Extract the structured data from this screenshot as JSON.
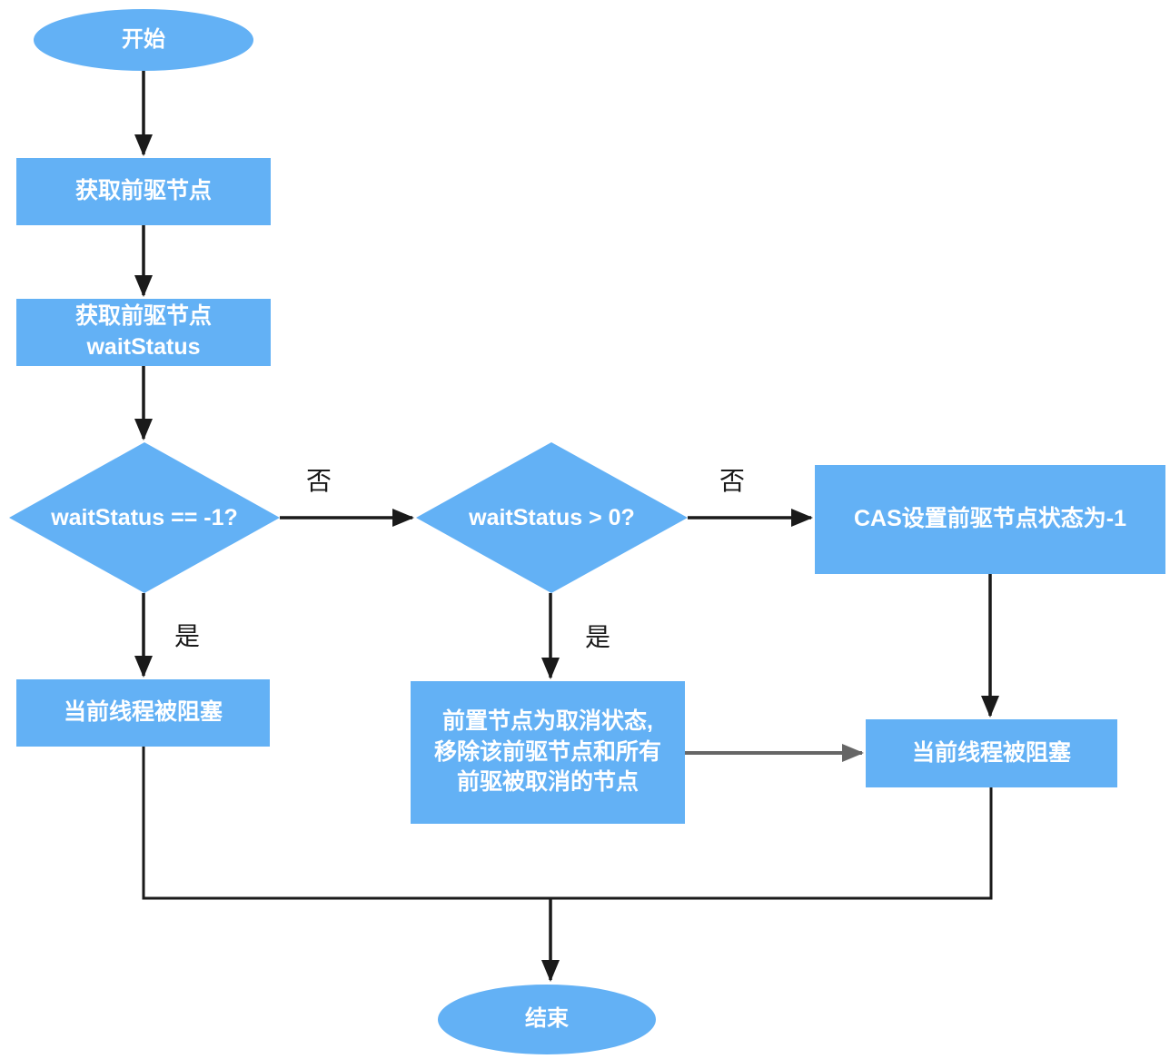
{
  "diagram": {
    "title": "acquireQueued / shouldParkAfterFailedAcquire flowchart",
    "colors": {
      "node_fill": "#63B1F5",
      "node_text": "#ffffff",
      "edge": "#1a1a1a",
      "edge_gray": "#666666",
      "label_text": "#1a1a1a",
      "background": "#ffffff"
    },
    "nodes": {
      "start": {
        "type": "ellipse",
        "label": "开始"
      },
      "get_predecessor": {
        "type": "process",
        "label": "获取前驱节点"
      },
      "get_wait_status": {
        "type": "process",
        "line1": "获取前驱节点",
        "line2": "waitStatus"
      },
      "check_eq_neg1": {
        "type": "decision",
        "label": "waitStatus == -1?"
      },
      "check_gt_0": {
        "type": "decision",
        "label": "waitStatus > 0?"
      },
      "cas_set_neg1": {
        "type": "process",
        "label": "CAS设置前驱节点状态为-1"
      },
      "blocked_left": {
        "type": "process",
        "label": "当前线程被阻塞"
      },
      "remove_cancelled": {
        "type": "process",
        "line1": "前置节点为取消状态,",
        "line2": "移除该前驱节点和所有",
        "line3": "前驱被取消的节点"
      },
      "blocked_right": {
        "type": "process",
        "label": "当前线程被阻塞"
      },
      "end": {
        "type": "ellipse",
        "label": "结束"
      }
    },
    "edge_labels": {
      "no_1": "否",
      "no_2": "否",
      "yes_1": "是",
      "yes_2": "是"
    }
  }
}
